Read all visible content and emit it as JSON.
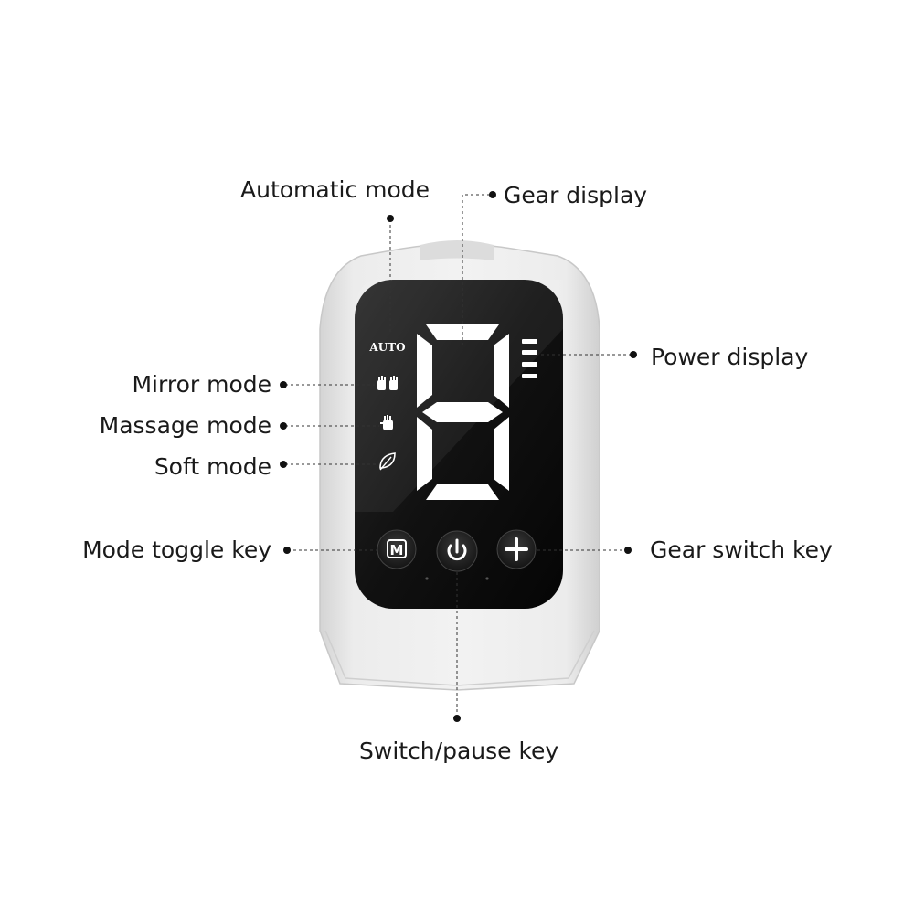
{
  "labels": {
    "automatic_mode": "Automatic mode",
    "gear_display": "Gear display",
    "power_display": "Power display",
    "mirror_mode": "Mirror mode",
    "massage_mode": "Massage mode",
    "soft_mode": "Soft mode",
    "mode_toggle_key": "Mode toggle key",
    "gear_switch_key": "Gear switch key",
    "switch_pause_key": "Switch/pause key"
  },
  "device": {
    "auto_text": "AUTO",
    "mode_key_text": "M",
    "power_bars": 4
  },
  "colors": {
    "body": "#e6e6e6",
    "screen": "#0d0d0d",
    "segment": "#ffffff",
    "leader": "#333333"
  }
}
